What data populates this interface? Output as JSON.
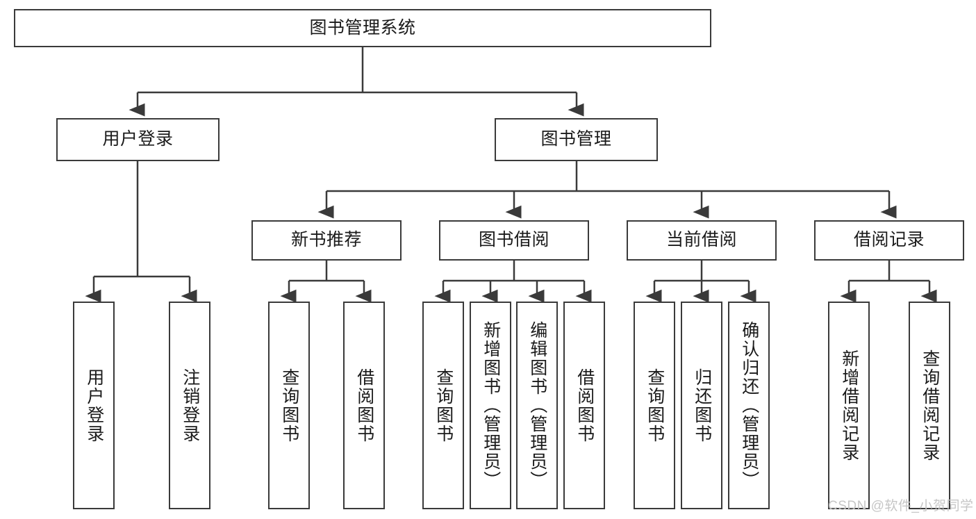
{
  "diagram": {
    "title_node": {
      "label": "图书管理系统"
    },
    "level2": [
      {
        "id": "user-login",
        "label": "用户登录"
      },
      {
        "id": "book-management",
        "label": "图书管理"
      }
    ],
    "level3": [
      {
        "id": "new-book-recommend",
        "label": "新书推荐"
      },
      {
        "id": "book-borrow",
        "label": "图书借阅"
      },
      {
        "id": "current-borrow",
        "label": "当前借阅"
      },
      {
        "id": "borrow-record",
        "label": "借阅记录"
      }
    ],
    "leaves": {
      "user_login": [
        {
          "id": "leaf-user-login",
          "label": "用户登录"
        },
        {
          "id": "leaf-logout-login",
          "label": "注销登录"
        }
      ],
      "new_book_recommend": [
        {
          "id": "leaf-query-book-1",
          "label": "查询图书"
        },
        {
          "id": "leaf-borrow-book-1",
          "label": "借阅图书"
        }
      ],
      "book_borrow": [
        {
          "id": "leaf-query-book-2",
          "label": "查询图书"
        },
        {
          "id": "leaf-add-book",
          "label": "新增图书（管理员）"
        },
        {
          "id": "leaf-edit-book",
          "label": "编辑图书（管理员）"
        },
        {
          "id": "leaf-borrow-book-2",
          "label": "借阅图书"
        }
      ],
      "current_borrow": [
        {
          "id": "leaf-query-book-3",
          "label": "查询图书"
        },
        {
          "id": "leaf-return-book",
          "label": "归还图书"
        },
        {
          "id": "leaf-confirm-return",
          "label": "确认归还（管理员）"
        }
      ],
      "borrow_record": [
        {
          "id": "leaf-add-record",
          "label": "新增借阅记录"
        },
        {
          "id": "leaf-query-record",
          "label": "查询借阅记录"
        }
      ]
    },
    "watermark": "CSDN @软件_小贺同学",
    "colors": {
      "stroke": "#3a3a3a",
      "fill": "#ffffff",
      "text": "#1a1a1a",
      "watermark": "#c6c6c6"
    }
  }
}
